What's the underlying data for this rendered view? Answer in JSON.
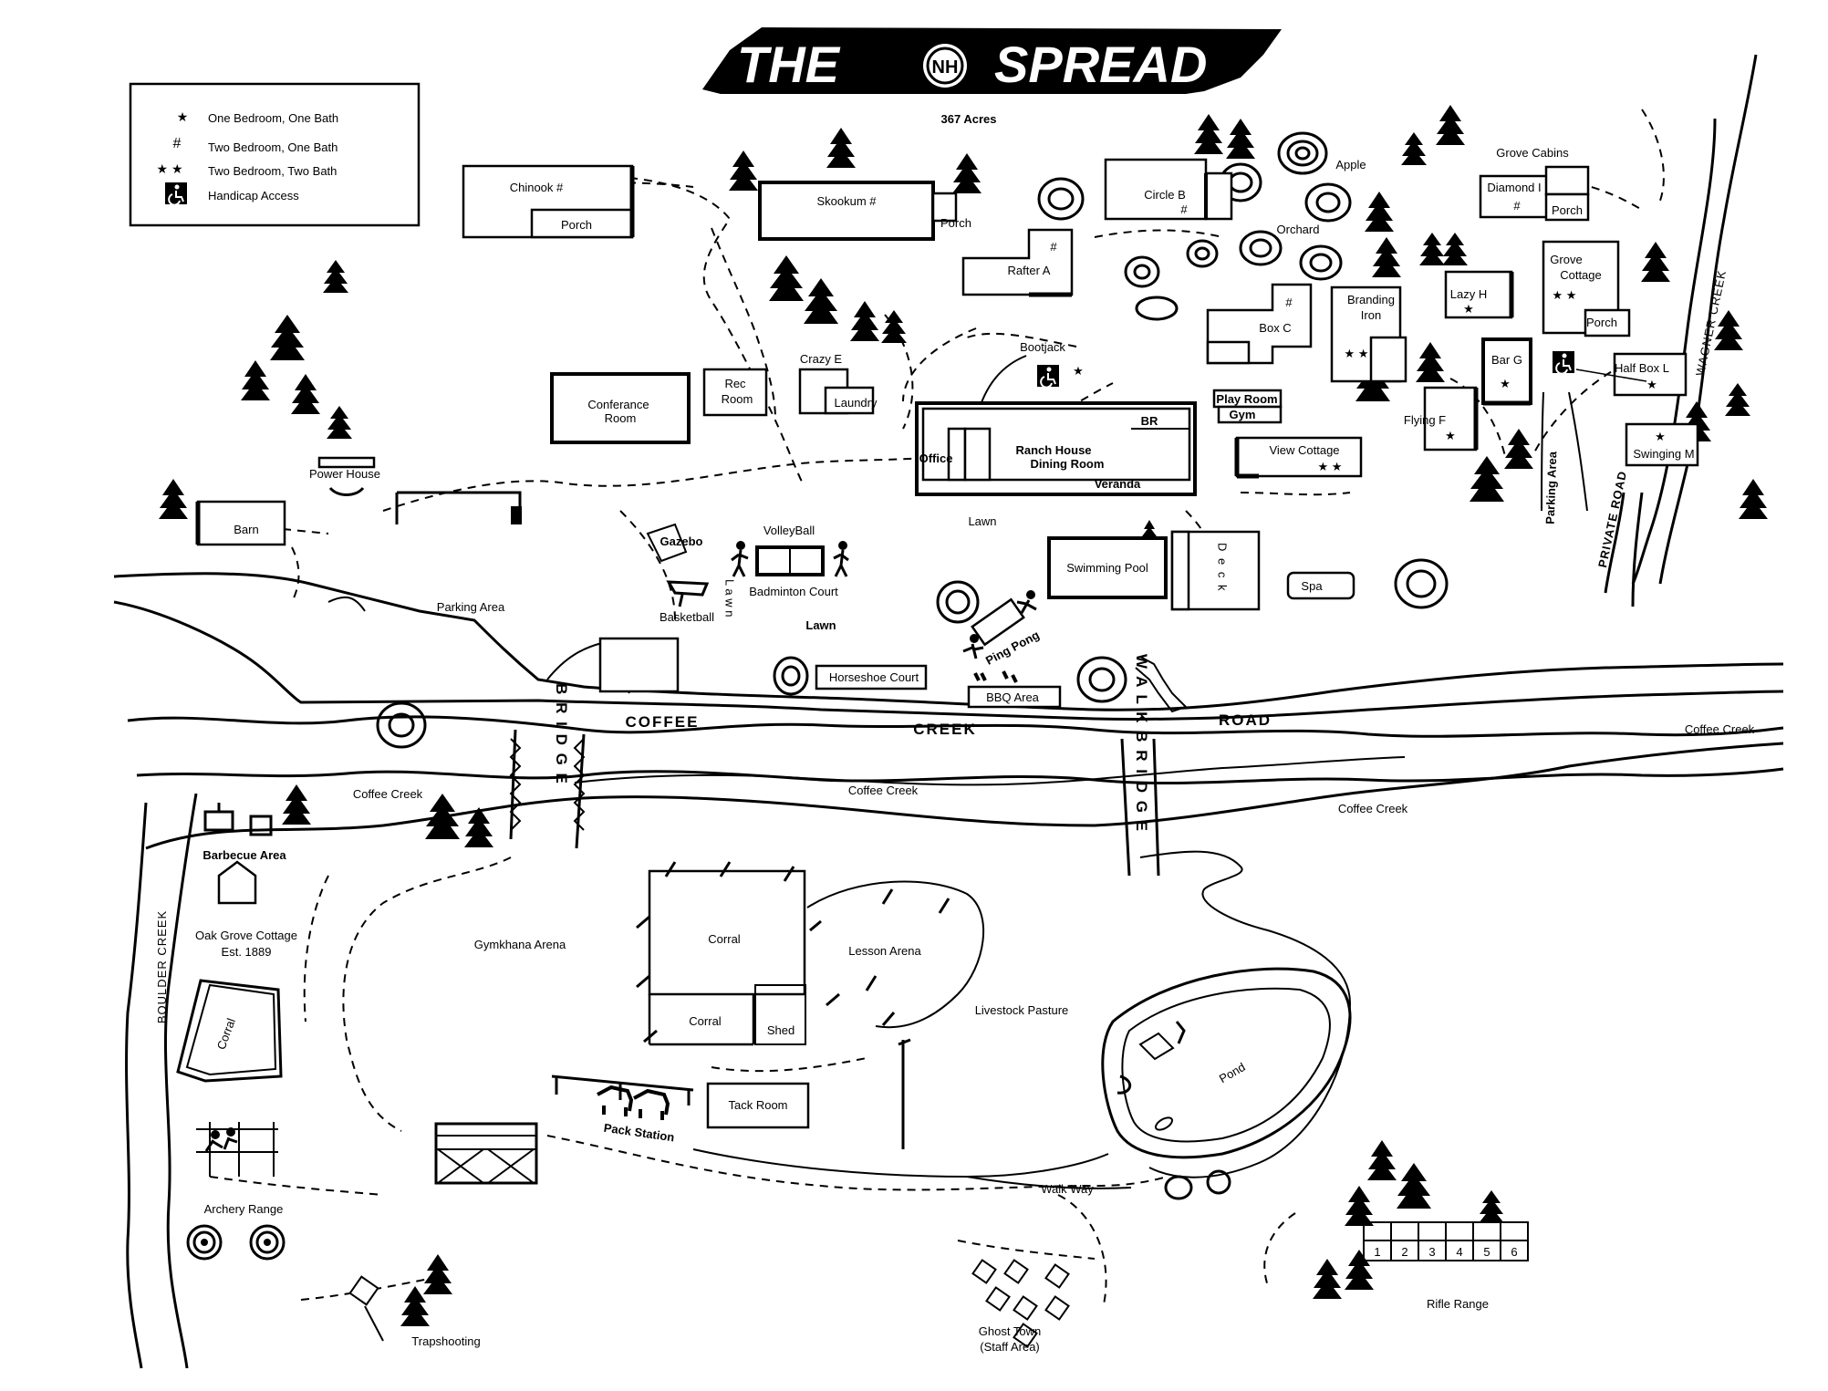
{
  "title": {
    "left": "THE",
    "logo": "NH",
    "right": "SPREAD",
    "acreage": "367 Acres"
  },
  "legend": {
    "items": [
      {
        "symbol": "★",
        "label": "One Bedroom, One Bath"
      },
      {
        "symbol": "#",
        "label": "Two Bedroom, One Bath"
      },
      {
        "symbol": "★ ★",
        "label": "Two Bedroom, Two Bath"
      },
      {
        "symbol": "handicap-icon",
        "label": "Handicap Access"
      }
    ]
  },
  "buildings": {
    "chinook": "Chinook #",
    "chinook_porch": "Porch",
    "skookum": "Skookum #",
    "skookum_porch": "Porch",
    "circle_b": "Circle B",
    "circle_b_mark": "#",
    "apple": "Apple",
    "orchard": "Orchard",
    "grove_cabins": "Grove Cabins",
    "diamond_i": "Diamond I",
    "diamond_i_mark": "#",
    "diamond_i_porch": "Porch",
    "rafter_a": "Rafter A",
    "rafter_a_mark": "#",
    "grove_cottage_1": "Grove",
    "grove_cottage_2": "Cottage",
    "grove_cottage_mark": "★ ★",
    "grove_cottage_porch": "Porch",
    "lazy_h": "Lazy H",
    "lazy_h_mark": "★",
    "branding_iron_1": "Branding",
    "branding_iron_2": "Iron",
    "branding_iron_mark": "★ ★",
    "box_c": "Box C",
    "box_c_mark": "#",
    "bar_g": "Bar G",
    "bar_g_mark": "★",
    "half_box_l": "Half Box L",
    "half_box_l_mark": "★",
    "crazy_e": "Crazy E",
    "laundry": "Laundry",
    "rec_room_1": "Rec",
    "rec_room_2": "Room",
    "conference_1": "Conferance",
    "conference_2": "Room",
    "bootjack": "Bootjack",
    "bootjack_mark": "★",
    "play_room": "Play Room",
    "gym": "Gym",
    "flying_f": "Flying F",
    "flying_f_mark": "★",
    "swinging_m": "Swinging M",
    "swinging_m_mark": "★",
    "view_cottage": "View Cottage",
    "view_cottage_mark": "★ ★",
    "br": "BR",
    "office": "Office",
    "ranch_house": "Ranch House",
    "dining_room": "Dining Room",
    "veranda": "Veranda",
    "power_house": "Power House",
    "barn": "Barn",
    "swimming_pool": "Swimming Pool",
    "deck": "D e c k",
    "spa": "Spa",
    "tack_room": "Tack Room",
    "shed": "Shed",
    "oak_grove_1": "Oak Grove Cottage",
    "oak_grove_2": "Est. 1889"
  },
  "areas": {
    "parking": "Parking Area",
    "parking_right": "Parking Area",
    "gazebo": "Gazebo",
    "volleyball": "VolleyBall",
    "badminton": "Badminton Court",
    "basketball": "Basketball",
    "lawn_vertical": "L a w n",
    "lawn": "Lawn",
    "lawn2": "Lawn",
    "ping_pong": "Ping Pong",
    "horseshoe": "Horseshoe Court",
    "bbq": "BBQ Area",
    "barbecue": "Barbecue Area",
    "gymkhana": "Gymkhana Arena",
    "corral_big": "Corral",
    "corral_small": "Corral",
    "corral_left": "Corral",
    "lesson_arena": "Lesson Arena",
    "livestock": "Livestock Pasture",
    "pond": "Pond",
    "pack_station": "Pack Station",
    "walk_way": "Walk Way",
    "archery": "Archery Range",
    "trapshooting": "Trapshooting",
    "ghost_town_1": "Ghost Town",
    "ghost_town_2": "(Staff Area)",
    "rifle_range": "Rifle Range",
    "rifle_lanes": [
      "1",
      "2",
      "3",
      "4",
      "5",
      "6"
    ]
  },
  "roads": {
    "coffee": "COFFEE",
    "creek": "CREEK",
    "road": "ROAD",
    "private_road": "PRIVATE ROAD",
    "bridge": "B R I D G E",
    "walk_bridge": "W A L K B R I D G E"
  },
  "water": {
    "coffee_creek_1": "Coffee Creek",
    "coffee_creek_2": "Coffee Creek",
    "coffee_creek_3": "Coffee Creek",
    "coffee_creek_4": "Coffee Creek",
    "wagner_creek": "WAGNER CREEK",
    "boulder_creek": "BOULDER CREEK"
  }
}
